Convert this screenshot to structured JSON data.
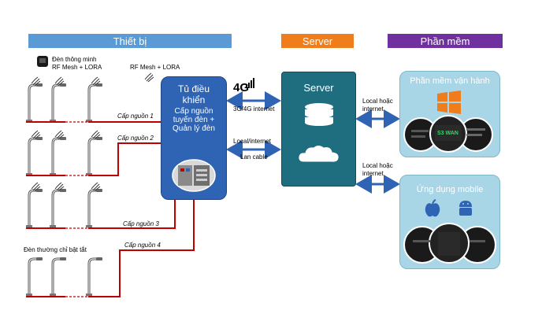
{
  "headers": {
    "devices": "Thiết bị",
    "server": "Server",
    "software": "Phần mềm"
  },
  "colors": {
    "devices_header": "#5b9bd5",
    "server_header": "#f07d1b",
    "software_header": "#7030a0",
    "cabinet": "#2f63b3",
    "server_box": "#1f6e80",
    "software_box": "#a8d6e7",
    "power_line": "#c00000"
  },
  "devices": {
    "smart_light_label": "Đèn thông minh",
    "smart_light_protocol": "RF Mesh + LORA",
    "rf_label": "RF Mesh + LORA",
    "regular_light_label": "Đèn thường chỉ bật tắt"
  },
  "power_lines": [
    "Cấp nguồn 1",
    "Cấp nguồn 2",
    "Cấp nguồn 3",
    "Cấp nguồn 4"
  ],
  "cabinet": {
    "title_line1": "Tủ điều",
    "title_line2": "khiển",
    "desc_line1": "Cấp nguồn",
    "desc_line2": "tuyến đèn +",
    "desc_line3": "Quản lý đèn"
  },
  "links": {
    "badge_4g": "4G",
    "label_4g": "3G/4G internet",
    "label_local1": "Local/internet",
    "label_local2": "Lan cable",
    "label_local_hoac_1a": "Local hoặc",
    "label_local_hoac_1b": "internet",
    "label_local_hoac_2a": "Local hoặc",
    "label_local_hoac_2b": "internet"
  },
  "server": {
    "title": "Server"
  },
  "software": {
    "operations_title": "Phần mềm vận hành",
    "mobile_title": "Ứng dụng mobile",
    "app_logo_text": "S3 WAN"
  }
}
